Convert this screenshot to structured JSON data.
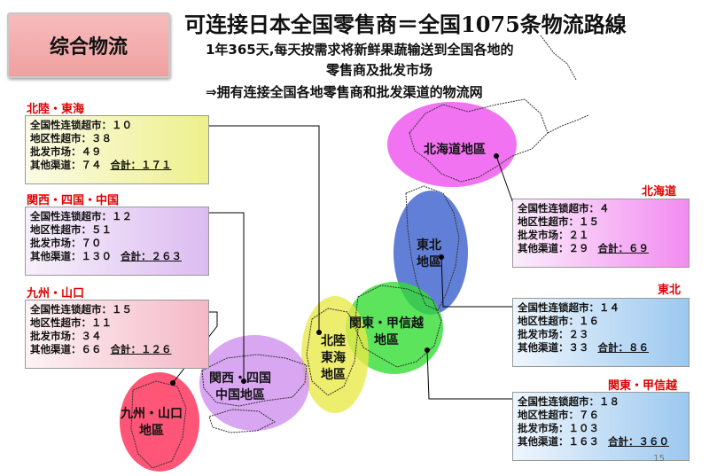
{
  "badge": "综合物流",
  "title": "可连接日本全国零售商＝全国1075条物流路線",
  "sub1": "1年365天,每天按需求将新鲜果蔬输送到全国各地的",
  "sub2": "零售商及批发市场",
  "sub3": "⇒拥有连接全国各地零售商和批发渠道的物流网",
  "regions": {
    "hokuriku": {
      "label": "北陸・東海",
      "r1": "全国性连锁超市：１０",
      "r2": "地区性超市：３８",
      "r3": "批发市场：４９",
      "r4": "其他渠道：７４",
      "total": "合計：１７１"
    },
    "kansai": {
      "label": "関西・四国・中国",
      "r1": "全国性连锁超市：１２",
      "r2": "地区性超市：５１",
      "r3": "批发市场：７０",
      "r4": "其他渠道：１３０",
      "total": "合計：２６３"
    },
    "kyushu": {
      "label": "九州・山口",
      "r1": "全国性连锁超市：１５",
      "r2": "地区性超市：１１",
      "r3": "批发市场：３４",
      "r4": "其他渠道：６６",
      "total": "合計：１２６"
    },
    "hokkaido": {
      "label": "北海道",
      "r1": "全国性连锁超市：４",
      "r2": "地区性超市：１５",
      "r3": "批发市场：２１",
      "r4": "其他渠道：２９",
      "total": "合計：６９"
    },
    "tohoku": {
      "label": "東北",
      "r1": "全国性连锁超市：１４",
      "r2": "地区性超市：１６",
      "r3": "批发市场：２３",
      "r4": "其他渠道：３３",
      "total": "合計：８６"
    },
    "kanto": {
      "label": "関東・甲信越",
      "r1": "全国性连锁超市：１８",
      "r2": "地区性超市：７６",
      "r3": "批发市场：１０３",
      "r4": "其他渠道：１６３",
      "total": "合計：３６０"
    }
  },
  "map": {
    "hokkaido": "北海道地區",
    "tohoku1": "東北",
    "tohoku2": "地區",
    "kanto1": "関東・甲信越",
    "kanto2": "地區",
    "hokuriku1": "北陸",
    "hokuriku2": "東海",
    "hokuriku3": "地區",
    "kansai1": "関西・四国",
    "kansai2": "中国地區",
    "kyushu1": "九州・山口",
    "kyushu2": "地區"
  },
  "page_number": "15",
  "colors": {
    "title_red": "#e00000",
    "hokkaido": "#ee44ee",
    "tohoku": "#3a5fcd",
    "kanto": "#33dd33",
    "hokuriku": "#e8e84a",
    "kansai": "#cc88ee",
    "kyushu": "#ff2a55"
  }
}
